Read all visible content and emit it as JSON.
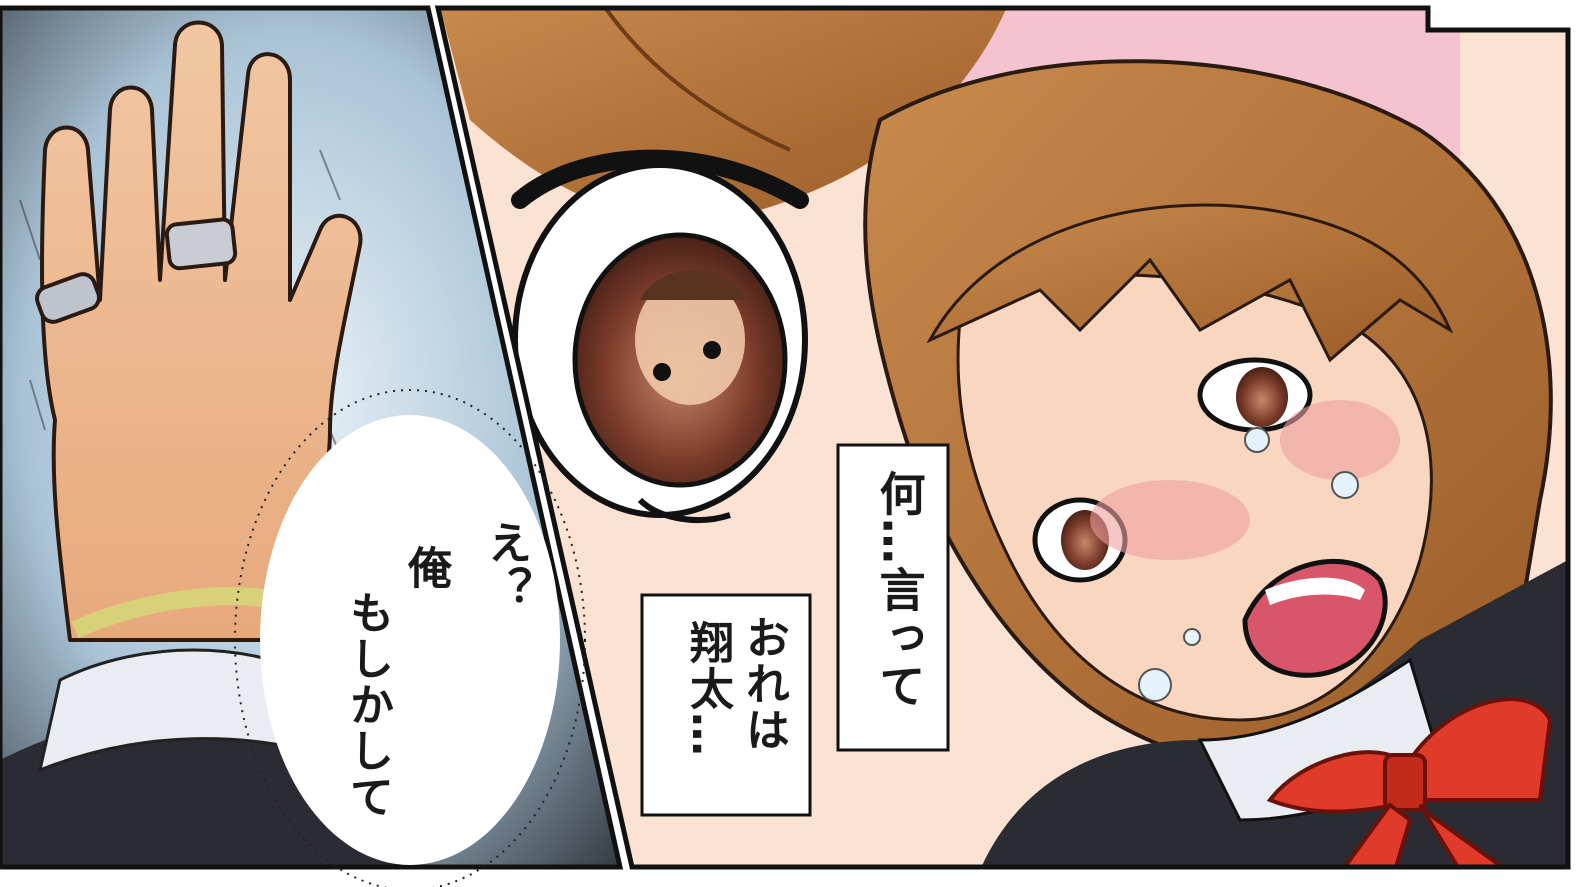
{
  "panels": {
    "left": {
      "description_icon": "hand-icon",
      "bubble": {
        "line1": "え？",
        "line2": "俺",
        "line3": "もしかして"
      }
    },
    "right": {
      "caption_upper": "何…言って",
      "caption_lower": {
        "line1": "おれは",
        "line2": "翔太…"
      }
    }
  },
  "colors": {
    "hair": "#b8753a",
    "skin": "#f6d3b8",
    "blush": "#f0a0a0",
    "bow": "#e03a2a",
    "jacket": "#2b2b33",
    "bg_left": "#c9dbe8",
    "bg_pink": "#f4c3cf",
    "eye": "#7a3b2a"
  }
}
